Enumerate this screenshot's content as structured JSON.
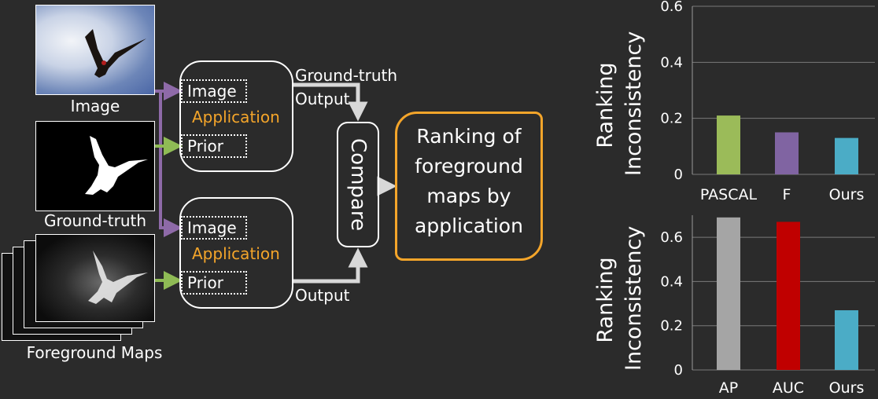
{
  "inputs": {
    "image_label": "Image",
    "groundtruth_label": "Ground-truth",
    "foreground_label": "Foreground Maps"
  },
  "app_top": {
    "image": "Image",
    "application": "Application",
    "prior": "Prior"
  },
  "app_bottom": {
    "image": "Image",
    "application": "Application",
    "prior": "Prior"
  },
  "flow": {
    "gt_output_line1": "Ground-truth",
    "gt_output_line2": "Output",
    "output": "Output",
    "compare": "Compare",
    "result": "Ranking of foreground maps by application"
  },
  "colors": {
    "purple": "#8e6aa8",
    "green": "#8fbb55",
    "orange": "#f4a52a",
    "arrow_gray": "#d0d0d0"
  },
  "chart_data": [
    {
      "type": "bar",
      "ylabel_line1": "Ranking",
      "ylabel_line2": "Inconsistency",
      "categories": [
        "PASCAL",
        "F",
        "Ours"
      ],
      "values": [
        0.21,
        0.15,
        0.13
      ],
      "colors": [
        "#9bbb59",
        "#8064a2",
        "#4bacc6"
      ],
      "ylim": [
        0,
        0.6
      ],
      "yticks": [
        "0",
        "0.2",
        "0.4",
        "0.6"
      ]
    },
    {
      "type": "bar",
      "ylabel_line1": "Ranking",
      "ylabel_line2": "Inconsistency",
      "categories": [
        "AP",
        "AUC",
        "Ours"
      ],
      "values": [
        0.69,
        0.67,
        0.27
      ],
      "colors": [
        "#a5a5a5",
        "#c00000",
        "#4bacc6"
      ],
      "ylim": [
        0,
        0.7
      ],
      "yticks": [
        "0",
        "0.2",
        "0.4",
        "0.6"
      ]
    }
  ]
}
